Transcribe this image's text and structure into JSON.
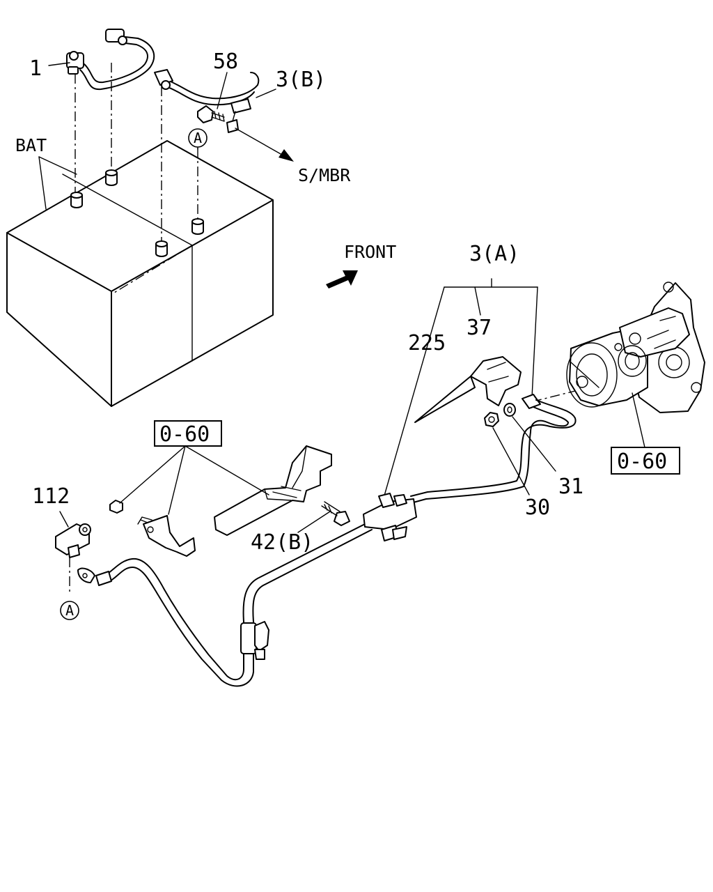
{
  "labels": {
    "part_1": "1",
    "part_58": "58",
    "part_3b": "3(B)",
    "bat": "BAT",
    "s_mbr": "S/MBR",
    "ref_a_top": "A",
    "front": "FRONT",
    "part_3a": "3(A)",
    "part_225": "225",
    "part_37": "37",
    "ref_0_60_left": "0-60",
    "ref_0_60_right": "0-60",
    "part_112": "112",
    "part_42b": "42(B)",
    "part_30": "30",
    "part_31": "31",
    "ref_a_bottom": "A"
  }
}
